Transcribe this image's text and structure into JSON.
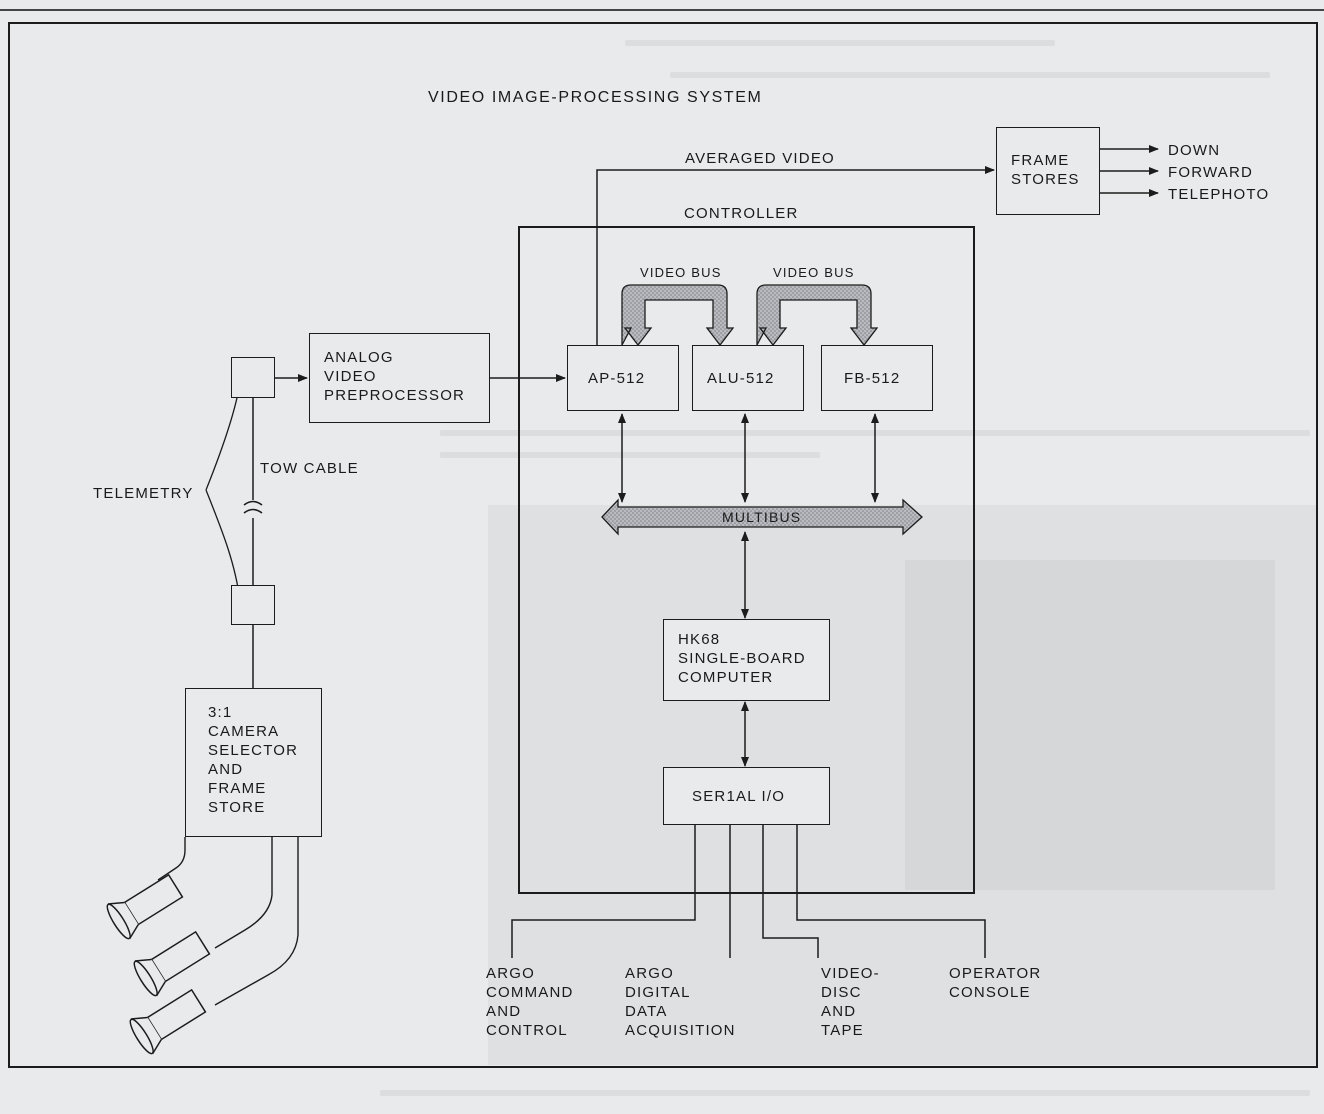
{
  "title": "VIDEO IMAGE-PROCESSING SYSTEM",
  "labels": {
    "averaged_video": "AVERAGED VIDEO",
    "controller": "CONTROLLER",
    "video_bus_1": "VIDEO BUS",
    "video_bus_2": "VIDEO BUS",
    "multibus": "MULTIBUS",
    "tow_cable": "TOW CABLE",
    "telemetry": "TELEMETRY"
  },
  "blocks": {
    "frame_stores": "FRAME\nSTORES",
    "analog_preprocessor": "ANALOG\nVIDEO\nPREPROCESSOR",
    "ap512": "AP-512",
    "alu512": "ALU-512",
    "fb512": "FB-512",
    "hk68": "HK68\nSINGLE-BOARD\nCOMPUTER",
    "serial_io": "SER1AL I/O",
    "camera_selector": "3:1\nCAMERA\nSELECTOR\nAND\nFRAME\nSTORE"
  },
  "outputs": [
    "DOWN",
    "FORWARD",
    "TELEPHOTO"
  ],
  "endpoints": {
    "argo_command": "ARGO\nCOMMAND\nAND\nCONTROL",
    "argo_digital": "ARGO\nDIGITAL\nDATA\nACQUISITION",
    "video_disc": "VIDEO-\nDISC\nAND\nTAPE",
    "operator_console": "OPERATOR\nCONSOLE"
  },
  "colors": {
    "ink": "#1c1c1c",
    "paper": "#e9eaec",
    "bus_fill": "#a9abb1"
  }
}
